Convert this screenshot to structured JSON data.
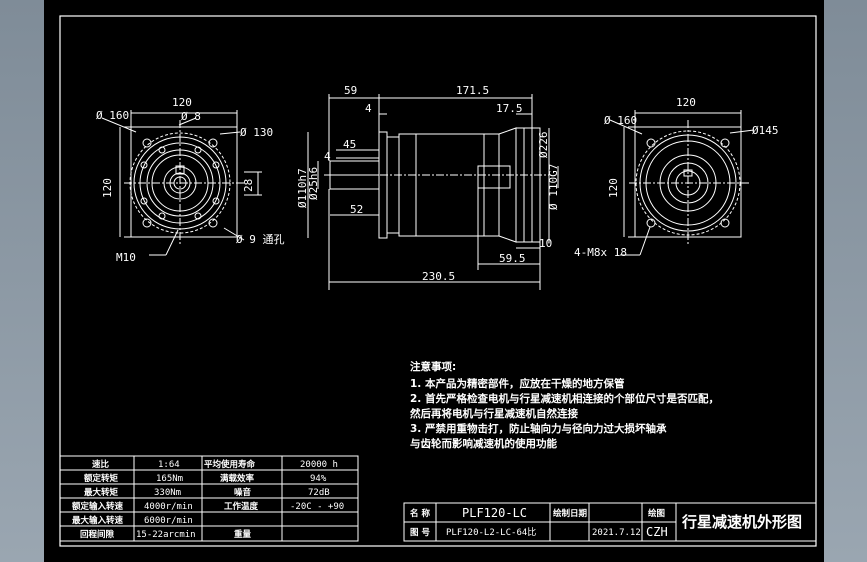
{
  "dims": {
    "left_w": "120",
    "left_d160": "Ø 160",
    "left_d8": "Ø 8",
    "left_d130": "Ø 130",
    "left_h": "120",
    "left_28": "28",
    "left_d9": "Ø 9 通孔",
    "left_m10": "M10",
    "side_59": "59",
    "side_1715": "171.5",
    "side_4a": "4",
    "side_175": "17.5",
    "side_45": "45",
    "side_4b": "4",
    "side_d110h7": "Ø110h7",
    "side_d25h6": "Ø25h6",
    "side_52": "52",
    "side_d226": "Ø226",
    "side_d110g7": "Ø 110G7",
    "side_10": "10",
    "side_595": "59.5",
    "side_2305": "230.5",
    "right_w": "120",
    "right_d160": "Ø 160",
    "right_d145": "Ø145",
    "right_h": "120",
    "right_m8": "4-M8x 18"
  },
  "notes": {
    "title": "注意事项:",
    "n1": "1. 本产品为精密部件，应放在干燥的地方保管",
    "n2": "2. 首先严格检查电机与行星减速机相连接的个部位尺寸是否匹配，",
    "n2b": "然后再将电机与行星减速机自然连接",
    "n3": "3. 严禁用重物击打，防止轴向力与径向力过大损坏轴承",
    "n3b": "与齿轮而影响减速机的使用功能"
  },
  "spec_table": {
    "rows": [
      {
        "k1": "速比",
        "v1": "1:64",
        "k2": "平均使用寿命",
        "v2": "20000 h"
      },
      {
        "k1": "额定转矩",
        "v1": "165Nm",
        "k2": "满载效率",
        "v2": "94%"
      },
      {
        "k1": "最大转矩",
        "v1": "330Nm",
        "k2": "噪音",
        "v2": "72dB"
      },
      {
        "k1": "额定输入转速",
        "v1": "4000r/min",
        "k2": "工作温度",
        "v2": "-20C - +90"
      },
      {
        "k1": "最大输入转速",
        "v1": "6000r/min",
        "k2": "",
        "v2": ""
      },
      {
        "k1": "回程间隙",
        "v1": "15-22arcmin",
        "k2": "重量",
        "v2": ""
      }
    ]
  },
  "title_block": {
    "name_label": "名 称",
    "name_value": "PLF120-LC",
    "drawno_label": "图 号",
    "drawno_value": "PLF120-L2-LC-64比",
    "date_label": "绘制日期",
    "date_value": "2021.7.12",
    "drawer_label": "绘图",
    "drawer_value": "CZH",
    "title": "行星减速机外形图"
  }
}
